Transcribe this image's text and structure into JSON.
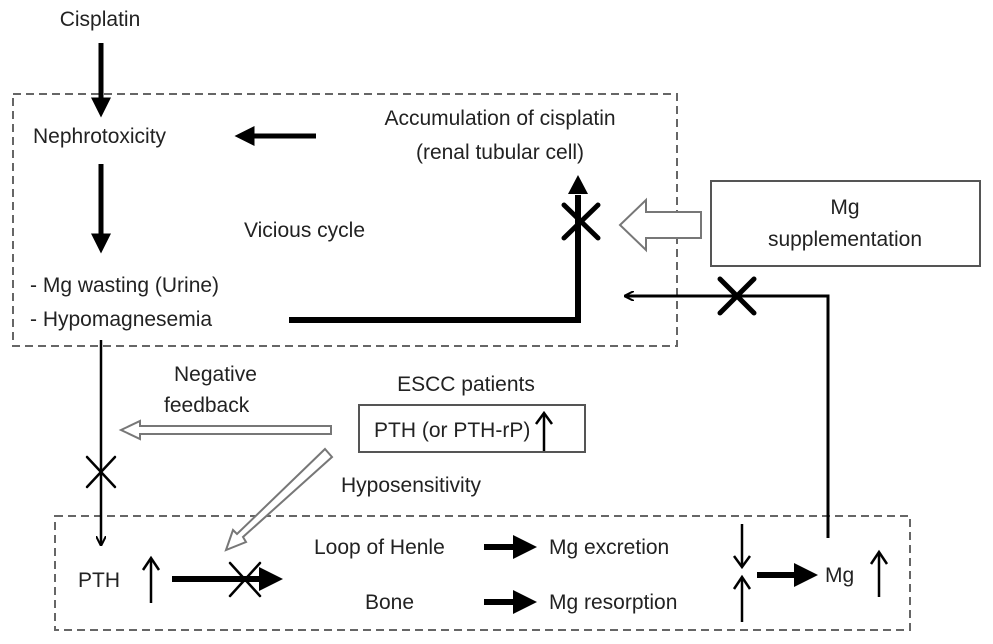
{
  "diagram": {
    "title": "Cisplatin-induced hypomagnesemia vicious cycle in ESCC patients",
    "nodes": {
      "cisplatin": "Cisplatin",
      "nephrotoxicity": "Nephrotoxicity",
      "accumulation_line1": "Accumulation of cisplatin",
      "accumulation_line2": "(renal tubular cell)",
      "vicious_cycle": "Vicious cycle",
      "mg_wasting": "- Mg wasting (Urine)",
      "hypomagnesemia": "- Hypomagnesemia",
      "mg_supp_line1": "Mg",
      "mg_supp_line2": "supplementation",
      "negative_feedback_line1": "Negative",
      "negative_feedback_line2": "feedback",
      "escc_patients": "ESCC patients",
      "pth_rp": "PTH (or PTH-rP)",
      "hyposensitivity": "Hyposensitivity",
      "pth": "PTH",
      "loop_of_henle": "Loop of Henle",
      "bone": "Bone",
      "mg_excretion": "Mg excretion",
      "mg_resorption": "Mg resorption",
      "mg": "Mg"
    },
    "edges": [
      {
        "from": "cisplatin",
        "to": "nephrotoxicity",
        "style": "bold"
      },
      {
        "from": "accumulation",
        "to": "nephrotoxicity",
        "style": "bold"
      },
      {
        "from": "nephrotoxicity",
        "to": "hypomagnesemia",
        "style": "bold"
      },
      {
        "from": "hypomagnesemia",
        "to": "accumulation",
        "style": "bold",
        "blocked": true
      },
      {
        "from": "mg_supplementation",
        "to": "accumulation",
        "style": "hollow"
      },
      {
        "from": "mg_increase",
        "to": "vicious_cycle",
        "style": "thin",
        "blocked": true
      },
      {
        "from": "hypomagnesemia",
        "to": "pth",
        "style": "thin",
        "blocked": true
      },
      {
        "from": "pth_rp",
        "to": "negative_feedback",
        "style": "hollow"
      },
      {
        "from": "pth_rp",
        "to": "pth_action",
        "style": "hollow",
        "label": "Hyposensitivity"
      },
      {
        "from": "pth",
        "to": "loop_henle_bone",
        "style": "bold",
        "blocked": true
      },
      {
        "from": "loop_of_henle",
        "to": "mg_excretion",
        "style": "bold"
      },
      {
        "from": "bone",
        "to": "mg_resorption",
        "style": "bold"
      },
      {
        "from": "mg_balance",
        "to": "mg",
        "style": "bold"
      }
    ],
    "indicators": {
      "pth_rp": "up",
      "pth": "up",
      "mg_excretion": "down",
      "mg_resorption": "up",
      "mg": "up"
    },
    "colors": {
      "text": "#222222",
      "arrow": "#000000",
      "box_border": "#555555",
      "dashed_border": "#666666",
      "hollow_arrow": "#777777",
      "background": "#ffffff"
    }
  }
}
